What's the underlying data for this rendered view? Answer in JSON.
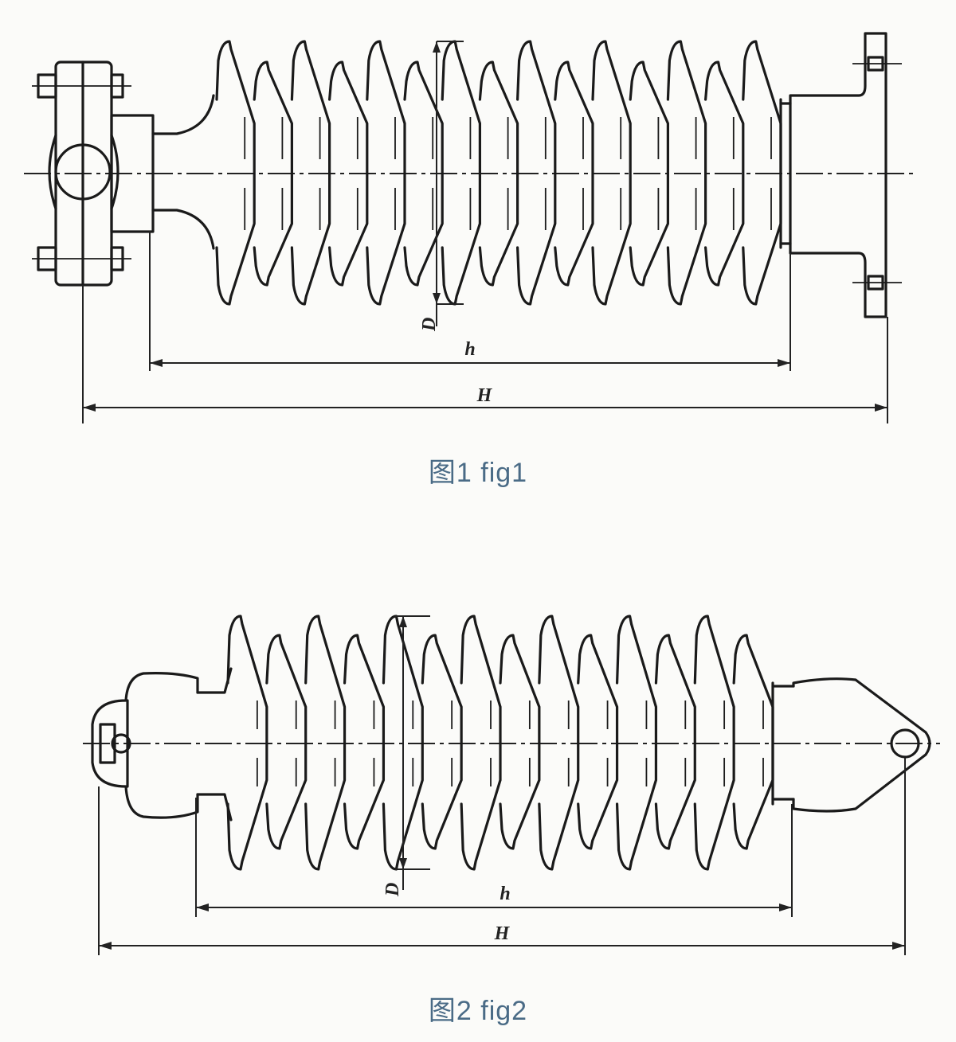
{
  "figures": [
    {
      "caption": "图1 fig1",
      "dimensions": {
        "shed_diameter": "D",
        "insulation_height": "h",
        "overall_height": "H"
      }
    },
    {
      "caption": "图2 fig2",
      "dimensions": {
        "shed_diameter": "D",
        "insulation_height": "h",
        "overall_height": "H"
      }
    }
  ],
  "colors": {
    "line": "#1a1a1a",
    "caption": "#4a6b86",
    "background": "#fbfbf9"
  }
}
